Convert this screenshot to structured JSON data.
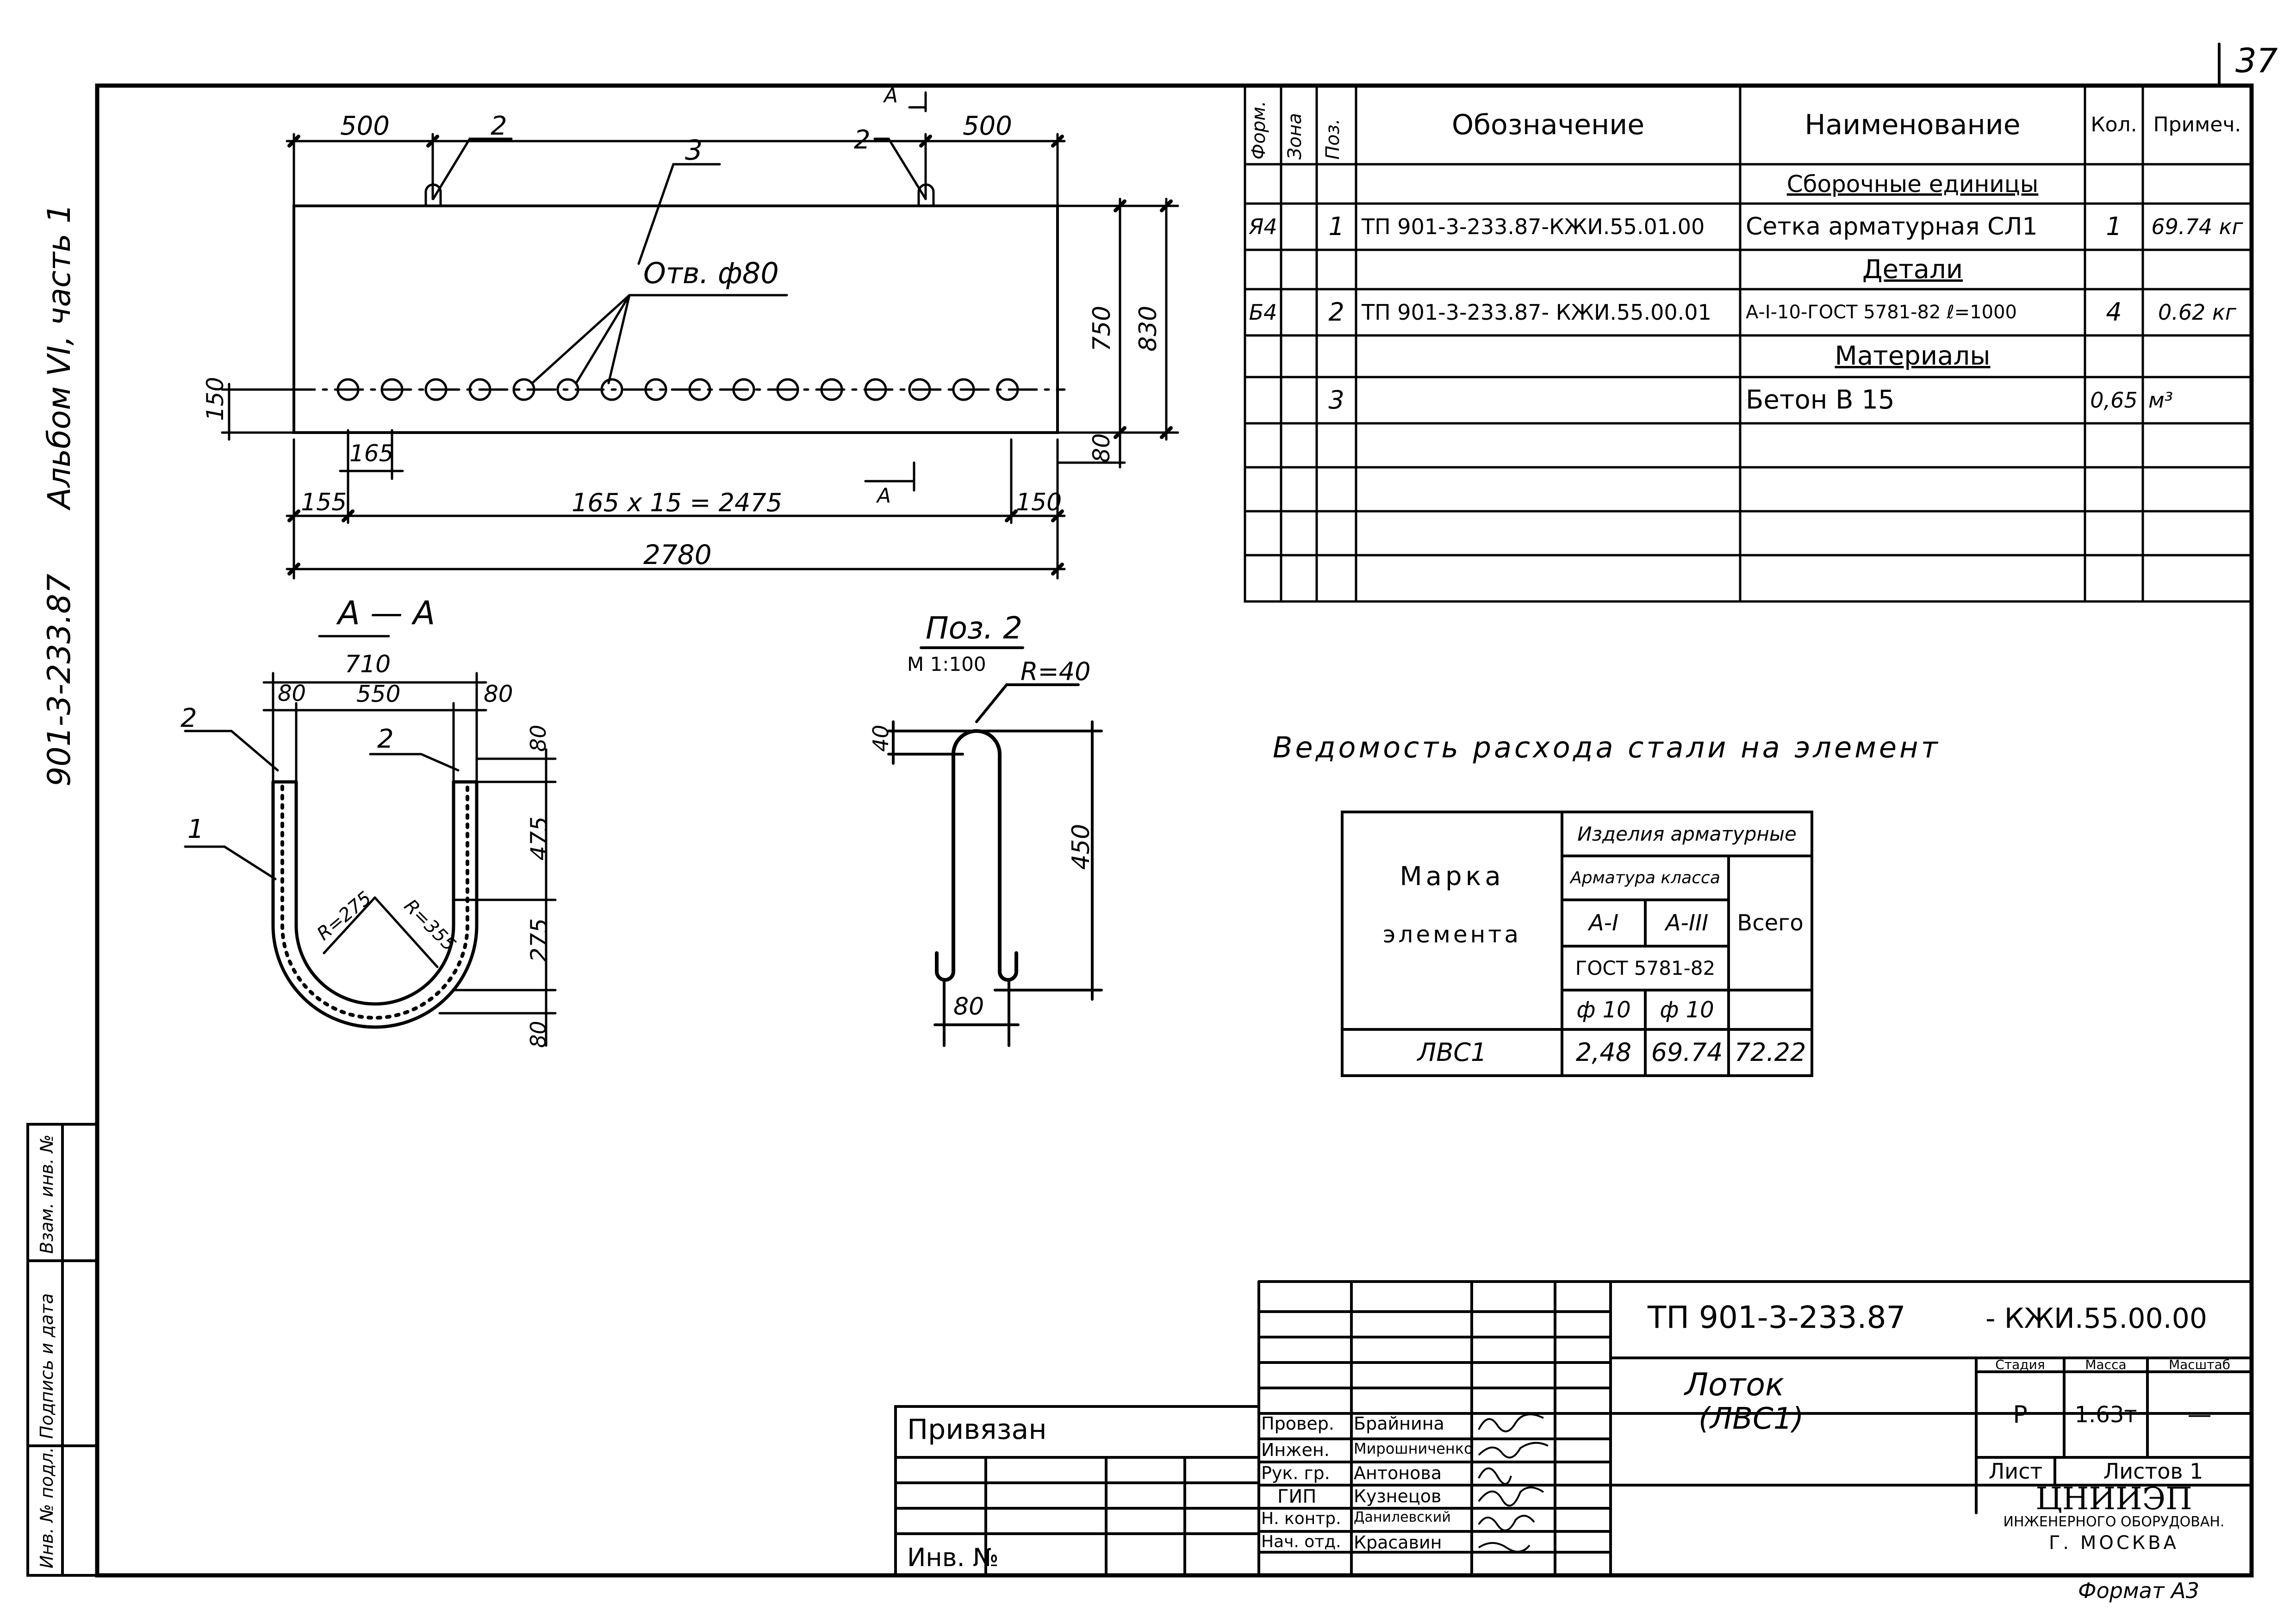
{
  "page_number": "37",
  "album_label": "Альбом VI, часть 1",
  "project_code_vertical": "901-3-233.87",
  "plan": {
    "dim_500_left": "500",
    "dim_500_right": "500",
    "pos2_left": "2",
    "pos2_right": "2",
    "pos3": "3",
    "hole_label": "Отв. ф80",
    "section_mark_top": "А",
    "section_mark_bottom": "А",
    "dim_150_left": "150",
    "dim_750": "750",
    "dim_830": "830",
    "dim_80": "80",
    "dim_165": "165",
    "dim_155": "155",
    "dim_chain": "165 x 15 = 2475",
    "dim_150_right": "150",
    "dim_total": "2780"
  },
  "section": {
    "title": "А — А",
    "dim_710": "710",
    "dim_80_left": "80",
    "dim_550": "550",
    "dim_80_right": "80",
    "pos2_left": "2",
    "pos2_inner": "2",
    "pos1": "1",
    "r275": "R=275",
    "r355": "R=355",
    "dim_80_top": "80",
    "dim_475": "475",
    "dim_275": "275",
    "dim_80_bottom": "80"
  },
  "detail": {
    "title": "Поз. 2",
    "scale": "М 1:100",
    "radius": "R=40",
    "dim_40": "40",
    "dim_450": "450",
    "dim_80": "80"
  },
  "spec": {
    "headers": [
      "Форм.",
      "Зона",
      "Поз.",
      "Обозначение",
      "Наименование",
      "Кол.",
      "Примеч."
    ],
    "rows": [
      {
        "form": "",
        "zone": "",
        "pos": "",
        "code": "",
        "name": "Сборочные единицы",
        "qty": "",
        "note": "",
        "heading": true
      },
      {
        "form": "Я4",
        "zone": "",
        "pos": "1",
        "code": "ТП 901-3-233.87-КЖИ.55.01.00",
        "name": "Сетка арматурная СЛ1",
        "qty": "1",
        "note": "69.74 кг",
        "heading": false
      },
      {
        "form": "",
        "zone": "",
        "pos": "",
        "code": "",
        "name": "Детали",
        "qty": "",
        "note": "",
        "heading": true
      },
      {
        "form": "Б4",
        "zone": "",
        "pos": "2",
        "code": "ТП 901-3-233.87- КЖИ.55.00.01",
        "name": "А-I-10-ГОСТ 5781-82 ℓ=1000",
        "qty": "4",
        "note": "0.62 кг",
        "heading": false
      },
      {
        "form": "",
        "zone": "",
        "pos": "",
        "code": "",
        "name": "Материалы",
        "qty": "",
        "note": "",
        "heading": true
      },
      {
        "form": "",
        "zone": "",
        "pos": "3",
        "code": "",
        "name": "Бетон В 15",
        "qty": "0,65",
        "note": "м³",
        "heading": false
      }
    ]
  },
  "steel": {
    "title": "Ведомость расхода стали на элемент",
    "mark_header_1": "Марка",
    "mark_header_2": "элемента",
    "group_header": "Изделия арматурные",
    "class_header": "Арматура класса",
    "col_a1": "А-I",
    "col_a3": "А-III",
    "total_header": "Всего",
    "gost": "ГОСТ 5781-82",
    "dia_1": "ф 10",
    "dia_2": "ф 10",
    "row_mark": "ЛВС1",
    "row_a1": "2,48",
    "row_a3": "69.74",
    "row_total": "72.22"
  },
  "side_stamp": {
    "inv_podl": "Инв. № подл.",
    "podpis_data": "Подпись и дата",
    "vzam_inv": "Взам. инв. №"
  },
  "title_block": {
    "doc_code": "ТП 901-3-233.87",
    "doc_suffix": "- КЖИ.55.00.00",
    "name_line1": "Лоток",
    "name_line2": "(ЛВС1)",
    "privyazan": "Привязан",
    "inv_no": "Инв. №",
    "stage_h": "Стадия",
    "mass_h": "Масса",
    "scale_h": "Масштаб",
    "stage": "Р",
    "mass": "1.63т",
    "scale": "—",
    "sheet": "Лист",
    "sheets": "Листов 1",
    "org1": "ЦНИИЭП",
    "org2": "инженерного оборудован.",
    "org3": "г. Москва",
    "format": "Формат А3",
    "roles": [
      "Провер.",
      "Инжен.",
      "Рук. гр.",
      "ГИП",
      "Н. контр.",
      "Нач. отд."
    ],
    "names": [
      "Брайнина",
      "Мирошниченко",
      "Антонова",
      "Кузнецов",
      "Данилевский",
      "Красавин"
    ]
  }
}
